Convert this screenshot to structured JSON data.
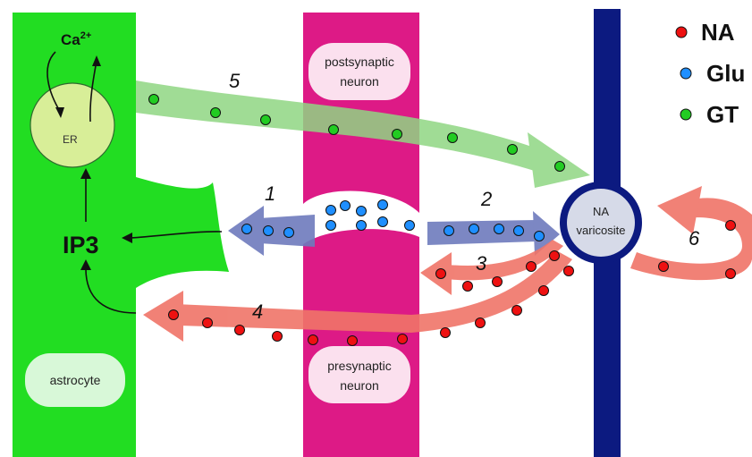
{
  "labels": {
    "ca": "Ca",
    "ca_sup": "2+",
    "er": "ER",
    "ip3": "IP3",
    "astrocyte": "astrocyte",
    "postsynaptic_line1": "postsynaptic",
    "postsynaptic_line2": "neuron",
    "presynaptic_line1": "presynaptic",
    "presynaptic_line2": "neuron",
    "varicosite_line1": "NA",
    "varicosite_line2": "varicosite"
  },
  "pathways": {
    "p1": "1",
    "p2": "2",
    "p3": "3",
    "p4": "4",
    "p5": "5",
    "p6": "6"
  },
  "legend": [
    {
      "label": "NA",
      "color": "#ee1111",
      "icon": "red-dot"
    },
    {
      "label": "Glu",
      "color": "#1f8fff",
      "icon": "blue-dot"
    },
    {
      "label": "GT",
      "color": "#22cc22",
      "icon": "green-dot"
    }
  ],
  "colors": {
    "astrocyte": "#22dd22",
    "neuron": "#dd1a86",
    "axon": "#0c1a80",
    "na_flow": "#f07468",
    "glu_flow": "#6e7bbd",
    "gt_flow": "#95d88a"
  }
}
